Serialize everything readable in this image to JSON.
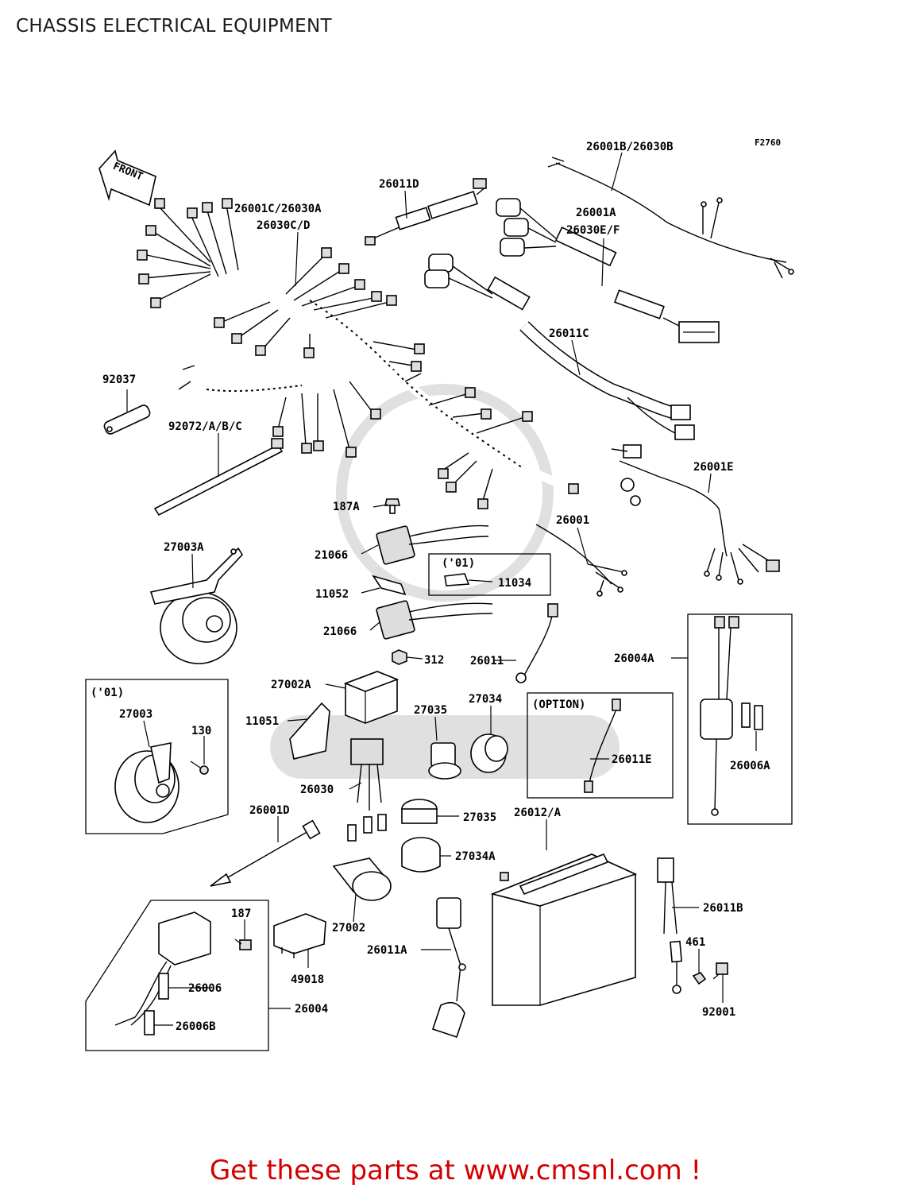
{
  "title": "CHASSIS ELECTRICAL EQUIPMENT",
  "figure_id": "F2760",
  "front_label": "FRONT",
  "labels": {
    "l_26001b_26030b": "26001B/26030B",
    "l_26011d": "26011D",
    "l_26001c_26030a": "26001C/26030A",
    "l_26030c_d": "26030C/D",
    "l_26001a": "26001A",
    "l_26030e_f": "26030E/F",
    "l_26011c": "26011C",
    "l_92037": "92037",
    "l_92072": "92072/A/B/C",
    "l_26001e": "26001E",
    "l_187a": "187A",
    "l_26001": "26001",
    "l_27003a": "27003A",
    "l_21066a": "21066",
    "l_01a": "('01)",
    "l_11034": "11034",
    "l_11052": "11052",
    "l_21066b": "21066",
    "l_26004a": "26004A",
    "l_312": "312",
    "l_26011": "26011",
    "l_27002a": "27002A",
    "l_01b": "('01)",
    "l_27003": "27003",
    "l_130": "130",
    "l_11051": "11051",
    "l_27035a": "27035",
    "l_27034": "27034",
    "l_option": "(OPTION)",
    "l_26011e": "26011E",
    "l_26006a": "26006A",
    "l_26030": "26030",
    "l_26001d": "26001D",
    "l_27035b": "27035",
    "l_26012a": "26012/A",
    "l_27034a": "27034A",
    "l_26011b": "26011B",
    "l_187": "187",
    "l_27002": "27002",
    "l_26011a": "26011A",
    "l_461": "461",
    "l_26006": "26006",
    "l_49018": "49018",
    "l_92001": "92001",
    "l_26004": "26004",
    "l_26006b": "26006B"
  },
  "footer_cta": "Get these parts at www.cmsnl.com !",
  "colors": {
    "cta": "#d40000",
    "line": "#000000"
  }
}
